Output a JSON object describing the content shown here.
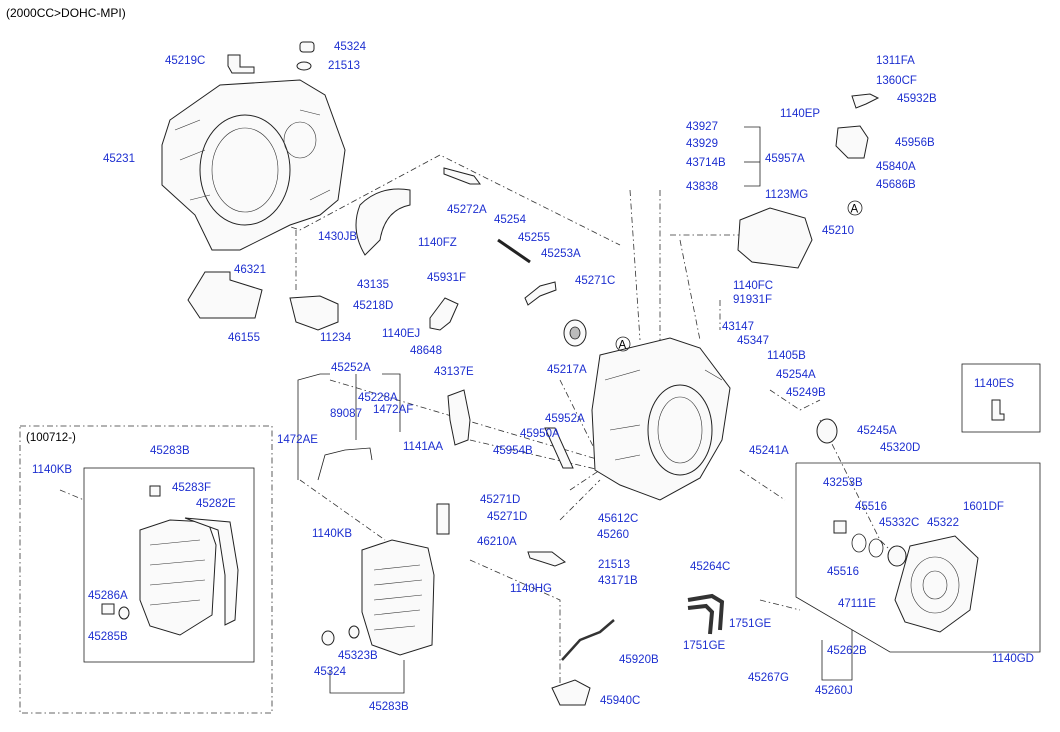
{
  "header": {
    "engine_spec": "(2000CC>DOHC-MPI)"
  },
  "box_labels": {
    "inset_date": "(100712-)",
    "ref_a": "A",
    "ref_a2": "A"
  },
  "parts": [
    {
      "no": "45219C"
    },
    {
      "no": "45324"
    },
    {
      "no": "21513"
    },
    {
      "no": "45231"
    },
    {
      "no": "1430JB"
    },
    {
      "no": "1140FZ"
    },
    {
      "no": "43135"
    },
    {
      "no": "45272A"
    },
    {
      "no": "46321"
    },
    {
      "no": "46155"
    },
    {
      "no": "45218D"
    },
    {
      "no": "11234"
    },
    {
      "no": "45254"
    },
    {
      "no": "45255"
    },
    {
      "no": "45253A"
    },
    {
      "no": "45931F"
    },
    {
      "no": "1140EJ"
    },
    {
      "no": "48648"
    },
    {
      "no": "43927"
    },
    {
      "no": "43929"
    },
    {
      "no": "43714B"
    },
    {
      "no": "43838"
    },
    {
      "no": "45957A"
    },
    {
      "no": "1123MG"
    },
    {
      "no": "45210"
    },
    {
      "no": "1140FC"
    },
    {
      "no": "91931F"
    },
    {
      "no": "43147"
    },
    {
      "no": "45347"
    },
    {
      "no": "11405B"
    },
    {
      "no": "1311FA"
    },
    {
      "no": "1360CF"
    },
    {
      "no": "45932B"
    },
    {
      "no": "1140EP"
    },
    {
      "no": "45956B"
    },
    {
      "no": "45840A"
    },
    {
      "no": "45686B"
    },
    {
      "no": "45271C"
    },
    {
      "no": "45217A"
    },
    {
      "no": "45252A"
    },
    {
      "no": "45228A"
    },
    {
      "no": "89087"
    },
    {
      "no": "1472AF"
    },
    {
      "no": "1472AE"
    },
    {
      "no": "43137E"
    },
    {
      "no": "1141AA"
    },
    {
      "no": "45952A"
    },
    {
      "no": "45950A"
    },
    {
      "no": "45954B"
    },
    {
      "no": "45241A"
    },
    {
      "no": "45254A"
    },
    {
      "no": "45249B"
    },
    {
      "no": "45245A"
    },
    {
      "no": "1140ES"
    },
    {
      "no": "45320D"
    },
    {
      "no": "45283B"
    },
    {
      "no": "1140KB"
    },
    {
      "no": "45283F"
    },
    {
      "no": "45282E"
    },
    {
      "no": "45286A"
    },
    {
      "no": "45285B"
    },
    {
      "no": "45271D"
    },
    {
      "no": "45271D"
    },
    {
      "no": "46210A"
    },
    {
      "no": "1140HG"
    },
    {
      "no": "45612C"
    },
    {
      "no": "45260"
    },
    {
      "no": "21513"
    },
    {
      "no": "43171B"
    },
    {
      "no": "45264C"
    },
    {
      "no": "1751GE"
    },
    {
      "no": "1751GE"
    },
    {
      "no": "45267G"
    },
    {
      "no": "45920B"
    },
    {
      "no": "45940C"
    },
    {
      "no": "1140KB"
    },
    {
      "no": "45323B"
    },
    {
      "no": "45324"
    },
    {
      "no": "45283B"
    },
    {
      "no": "43253B"
    },
    {
      "no": "45516"
    },
    {
      "no": "45332C"
    },
    {
      "no": "45322"
    },
    {
      "no": "1601DF"
    },
    {
      "no": "45516"
    },
    {
      "no": "47111E"
    },
    {
      "no": "45262B"
    },
    {
      "no": "45260J"
    },
    {
      "no": "1140GD"
    }
  ]
}
